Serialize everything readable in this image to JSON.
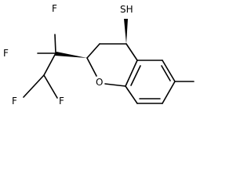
{
  "molecule": {
    "atoms": {
      "thiol": "SH",
      "ring_oxygen": "O",
      "fluorines": [
        "F",
        "F",
        "F",
        "F"
      ]
    }
  }
}
